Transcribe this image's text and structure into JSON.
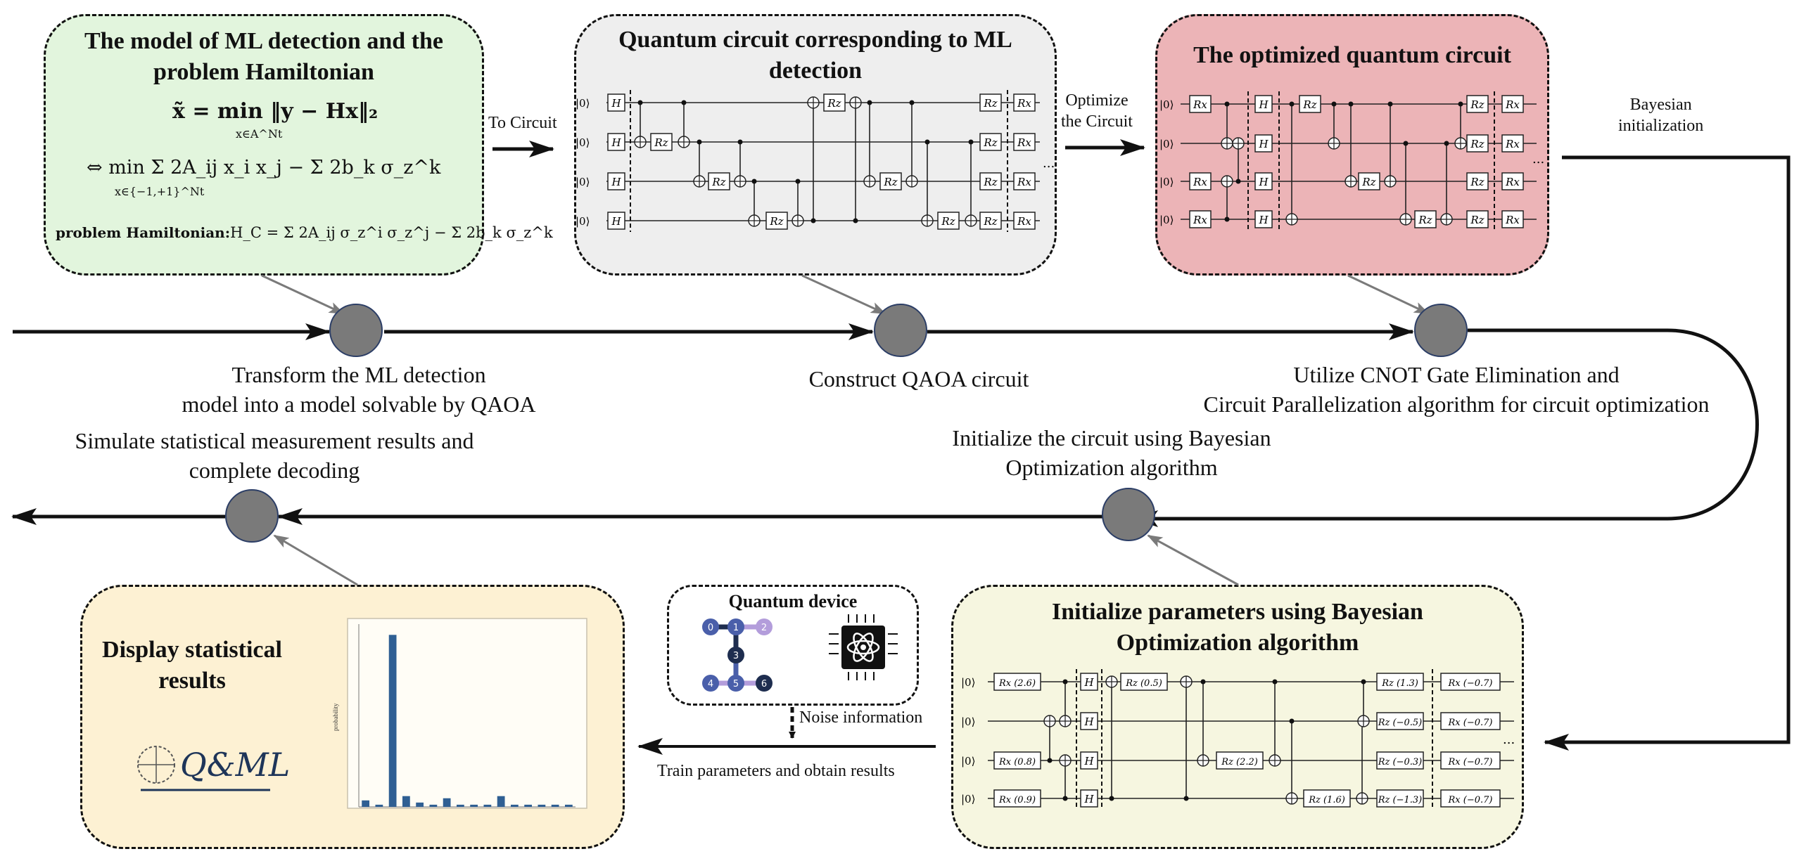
{
  "boxes": {
    "ml_model": {
      "title_line1": "The model of ML detection and the",
      "title_line2": "problem Hamiltonian",
      "eq1": "x̃ = min ‖y − Hx‖₂",
      "eq1_sub": "x∈A^Nt",
      "eq2": "⇔  min  Σ 2A_ij x_i x_j − Σ 2b_k σ_z^k",
      "eq2_sub": "x∈{−1,+1}^Nt",
      "ham_label": "problem Hamiltonian:",
      "ham_eq": "H_C = Σ 2A_ij σ_z^i σ_z^j − Σ 2b_k σ_z^k"
    },
    "qaoa_circuit": {
      "title_line1": "Quantum circuit corresponding to ML",
      "title_line2": "detection"
    },
    "optimized": {
      "title": "The optimized quantum circuit"
    },
    "bayes_init": {
      "title_line1": "Initialize parameters using Bayesian",
      "title_line2": "Optimization algorithm",
      "first_rx": [
        "2.6",
        "",
        "0.8",
        "0.9"
      ],
      "params": [
        "0.5",
        "2.2",
        "1.6",
        "1.3",
        "−0.5",
        "−0.3",
        "−1.3",
        "−0.7"
      ]
    },
    "stats": {
      "title_line1": "Display statistical",
      "title_line2": "results",
      "logo_text": "Q&ML",
      "y_axis_label": "probability"
    },
    "device": {
      "title": "Quantum device",
      "nodes": [
        "0",
        "1",
        "2",
        "3",
        "4",
        "5",
        "6"
      ]
    }
  },
  "labels": {
    "to_circuit": "To Circuit",
    "optimize_line1": "Optimize",
    "optimize_line2": "the Circuit",
    "bayes_line1": "Bayesian",
    "bayes_line2": "initialization",
    "transform_line1": "Transform the ML detection",
    "transform_line2": "model into a model solvable by QAOA",
    "construct": "Construct QAOA circuit",
    "utilize_line1": "Utilize CNOT Gate Elimination and",
    "utilize_line2": "Circuit Parallelization algorithm for circuit optimization",
    "simulate_line1": "Simulate statistical measurement results and",
    "simulate_line2": "complete decoding",
    "init_line1": "Initialize the circuit using Bayesian",
    "init_line2": "Optimization algorithm",
    "noise": "Noise information",
    "train": "Train parameters and obtain results"
  },
  "gates": {
    "ket0": "|0⟩",
    "H": "H",
    "Rz": "Rz",
    "Rx": "Rx",
    "ellipsis": "..."
  },
  "chart_data": {
    "type": "bar",
    "values": [
      0.03,
      0.01,
      0.8,
      0.05,
      0.02,
      0.01,
      0.04,
      0.01,
      0.01,
      0.01,
      0.05,
      0.01,
      0.01,
      0.01,
      0.01,
      0.01
    ],
    "ylim": [
      0,
      0.85
    ]
  },
  "colors": {
    "ml_model_bg": "#e2f5dd",
    "qaoa_bg": "#eeeeee",
    "optimized_bg": "#ecb4b7",
    "bayes_bg": "#f6f6e0",
    "stats_bg": "#fdf1d3",
    "node_gray": "#7a7a7a",
    "bar_blue": "#2f5f93",
    "device_dark": "#1e2d4f",
    "device_purple": "#b39ddb",
    "device_mid": "#4a5faa"
  }
}
